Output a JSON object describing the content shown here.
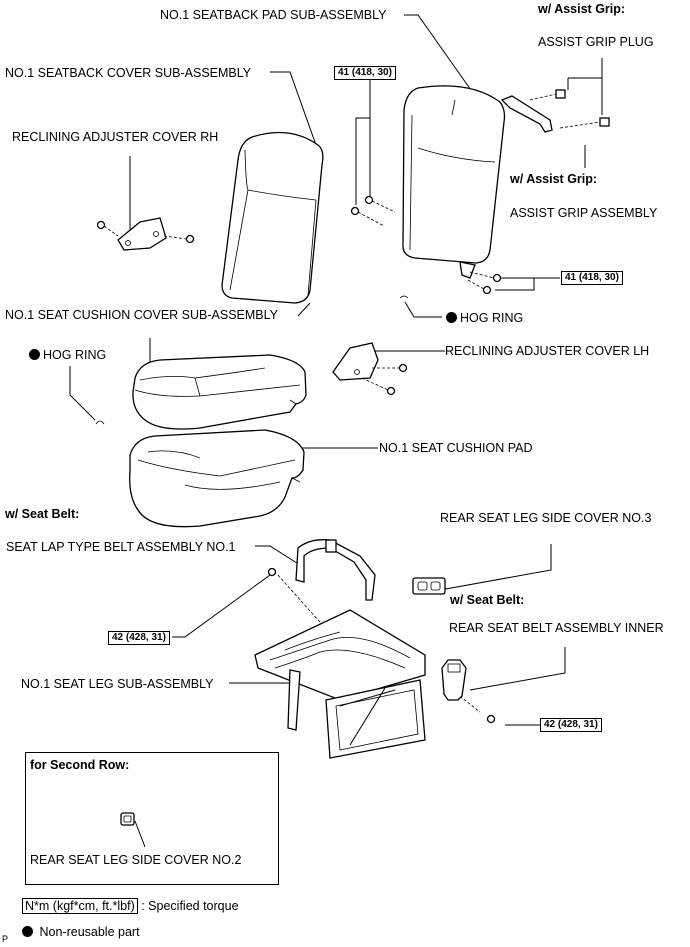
{
  "labels": {
    "seatback_pad": "NO.1 SEATBACK PAD SUB-ASSEMBLY",
    "assist_grip_cond_1": "w/ Assist Grip:",
    "assist_grip_plug": "ASSIST GRIP PLUG",
    "seatback_cover": "NO.1 SEATBACK COVER SUB-ASSEMBLY",
    "torque_41_top": "41 (418, 30)",
    "reclining_cover_rh": "RECLINING ADJUSTER COVER RH",
    "assist_grip_cond_2": "w/ Assist Grip:",
    "assist_grip_assembly": "ASSIST GRIP ASSEMBLY",
    "torque_41_right": "41 (418, 30)",
    "seat_cushion_cover": "NO.1 SEAT CUSHION COVER SUB-ASSEMBLY",
    "hog_ring_right": "HOG RING",
    "hog_ring_left": "HOG RING",
    "reclining_cover_lh": "RECLINING ADJUSTER COVER LH",
    "seat_cushion_pad": "NO.1 SEAT CUSHION PAD",
    "seat_belt_cond_1": "w/ Seat Belt:",
    "rear_leg_cover_3": "REAR SEAT LEG SIDE COVER NO.3",
    "lap_belt": "SEAT LAP TYPE BELT ASSEMBLY NO.1",
    "seat_belt_cond_2": "w/ Seat Belt:",
    "torque_42_left": "42 (428, 31)",
    "rear_belt_inner": "REAR SEAT BELT ASSEMBLY INNER",
    "seat_leg": "NO.1 SEAT LEG SUB-ASSEMBLY",
    "torque_42_right": "42 (428, 31)"
  },
  "inset": {
    "title": "for Second Row:",
    "part": "REAR SEAT LEG SIDE COVER NO.2"
  },
  "legend": {
    "torque_box": "N*m (kgf*cm, ft.*lbf)",
    "torque_text": ": Specified torque",
    "nonreusable": "Non-reusable part"
  },
  "corner_mark": "P"
}
